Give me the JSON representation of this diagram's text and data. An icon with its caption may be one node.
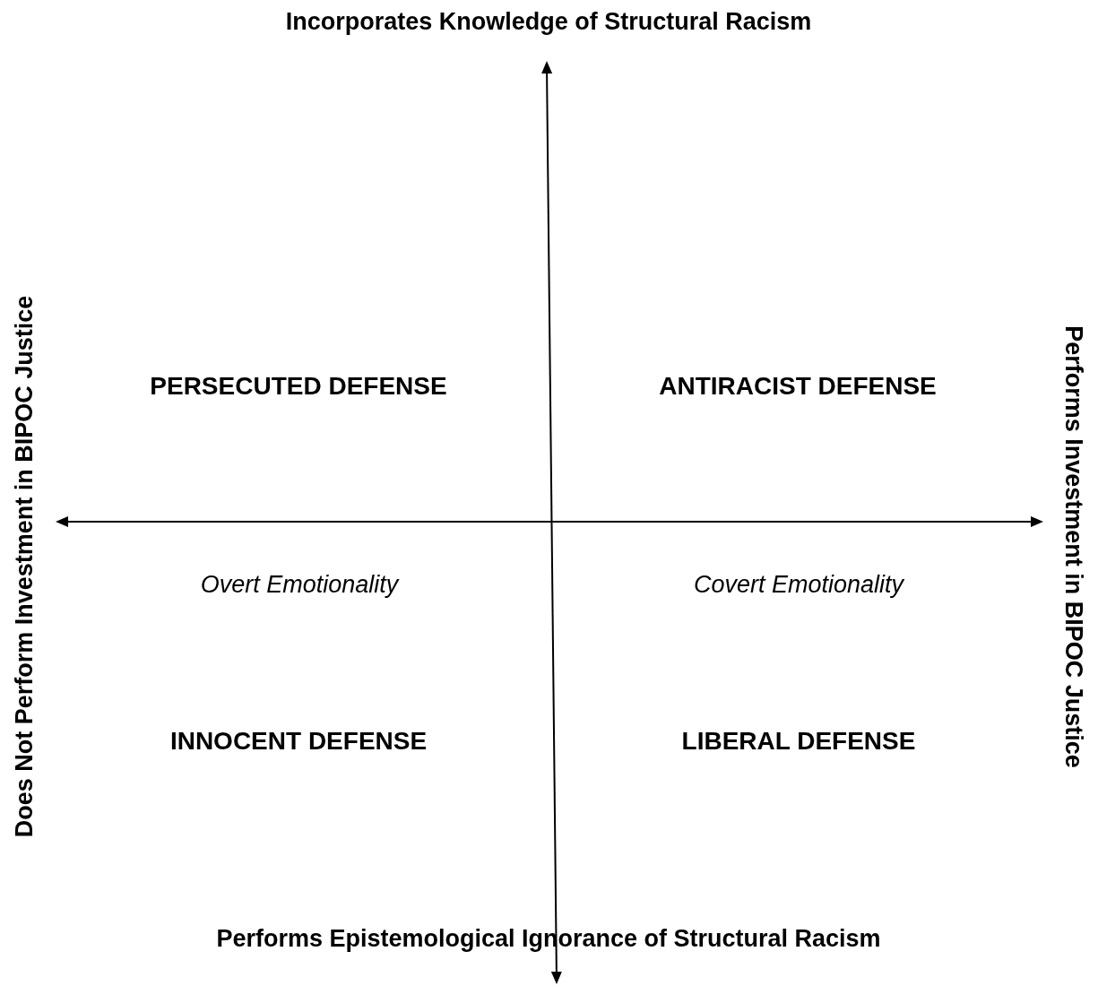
{
  "diagram": {
    "labels": [
      "Incorporates Knowledge of Structural Racism",
      "Does Not Perform Investment in BIPOC Justice",
      "PERSECUTED DEFENSE",
      "ANTIRACIST DEFENSE",
      "Performs Investment in BIPOC Justice",
      "Overt Emotionality",
      "Covert Emotionality",
      "INNOCENT DEFENSE",
      "LIBERAL DEFENSE",
      "Performs Epistemological Ignorance of Structural Racism"
    ]
  }
}
